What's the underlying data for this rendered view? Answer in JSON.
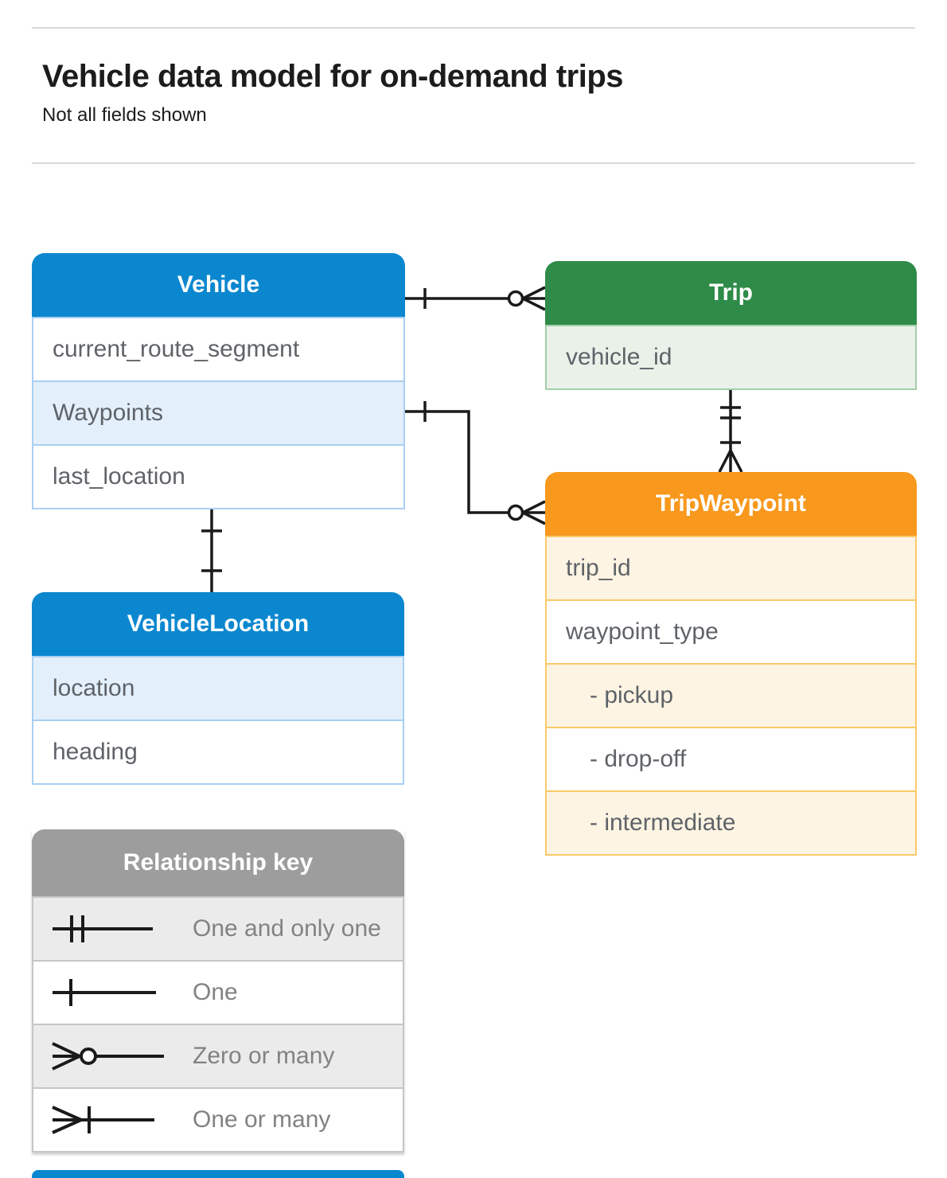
{
  "header": {
    "title": "Vehicle data model for on-demand trips",
    "subtitle": "Not all fields shown"
  },
  "entities": {
    "vehicle": {
      "title": "Vehicle",
      "fields": [
        "current_route_segment",
        "Waypoints",
        "last_location"
      ]
    },
    "trip": {
      "title": "Trip",
      "fields": [
        "vehicle_id"
      ]
    },
    "trip_waypoint": {
      "title": "TripWaypoint",
      "fields": [
        "trip_id",
        "waypoint_type",
        "- pickup",
        "- drop-off",
        "- intermediate"
      ]
    },
    "vehicle_location": {
      "title": "VehicleLocation",
      "fields": [
        "location",
        "heading"
      ]
    }
  },
  "legend": {
    "title": "Relationship key",
    "items": [
      {
        "symbol": "one-and-only-one",
        "label": "One and only one"
      },
      {
        "symbol": "one",
        "label": "One"
      },
      {
        "symbol": "zero-or-many",
        "label": "Zero or many"
      },
      {
        "symbol": "one-or-many",
        "label": "One or many"
      }
    ]
  },
  "relationships": [
    {
      "from": "Vehicle",
      "to": "Trip",
      "from_end": "one",
      "to_end": "zero-or-many"
    },
    {
      "from": "Vehicle.Waypoints",
      "to": "TripWaypoint",
      "from_end": "one",
      "to_end": "zero-or-many"
    },
    {
      "from": "Trip",
      "to": "TripWaypoint",
      "from_end": "one-and-only-one",
      "to_end": "one-or-many"
    },
    {
      "from": "Vehicle",
      "to": "VehicleLocation",
      "from_end": "one",
      "to_end": "one"
    }
  ],
  "colors": {
    "blue_header": "#0b87cf",
    "blue_row": "#e3effb",
    "blue_border": "#a9cff2",
    "green_header": "#2e8b48",
    "green_row": "#e9f1e9",
    "green_border": "#a3cfab",
    "orange_header": "#f8981d",
    "orange_row": "#fdf4e3",
    "orange_border": "#f9c968",
    "gray_header": "#9d9d9d",
    "gray_row": "#ebebeb",
    "gray_border": "#c6c6c6",
    "row_text": "#5f6368",
    "legend_text": "#828282",
    "connector": "#1a1a1a"
  }
}
